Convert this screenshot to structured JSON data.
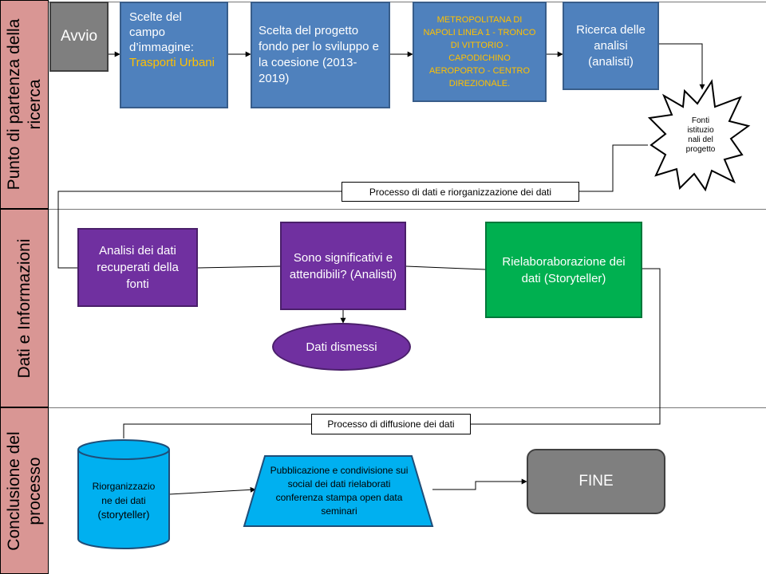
{
  "lanes": [
    {
      "label": "Punto di partenza della ricerca"
    },
    {
      "label": "Dati e Informazioni"
    },
    {
      "label": "Conclusione del processo"
    }
  ],
  "nodes": {
    "avvio": "Avvio",
    "scelte_line1": "Scelte del campo d’immagine:",
    "scelte_line2": "Trasporti Urbani",
    "scelta_progetto": "Scelta del progetto fondo per lo sviluppo e la coesione (2013-2019)",
    "metropolitana": "METROPOLITANA DI NAPOLI LINEA 1 - TRONCO DI VITTORIO - CAPODICHINO AEROPORTO - CENTRO DIREZIONALE.",
    "ricerca_analisi": "Ricerca delle analisi (analisti)",
    "fonti": [
      "Fonti",
      "istituzio",
      "nali del",
      "progetto"
    ],
    "analisi_dati": "Analisi dei dati recuperati della fonti",
    "significativi": "Sono significativi e attendibili? (Analisti)",
    "rielaborazione": "Rielaboraborazione dei dati (Storyteller)",
    "dati_dismessi": "Dati dismessi",
    "riorganizzazione": [
      "Riorganizzazio",
      "ne dei dati",
      "(storyteller)"
    ],
    "pubblicazione": "Pubblicazione e condivisione sui social dei dati rielaborati conferenza stampa open data seminari",
    "fine": "FINE"
  },
  "labels": {
    "processo_dati": "Processo di dati e riorganizzazione dei dati",
    "processo_diffusione": "Processo di diffusione dei dati"
  },
  "colors": {
    "lane_label": "#d99694",
    "process_blue": "#4f81bd",
    "process_purple": "#7030a0",
    "process_green": "#00b050",
    "terminal_gray": "#7f7f7f",
    "cylinder_blue": "#00b0f0",
    "highlight_orange": "#ffc000"
  }
}
